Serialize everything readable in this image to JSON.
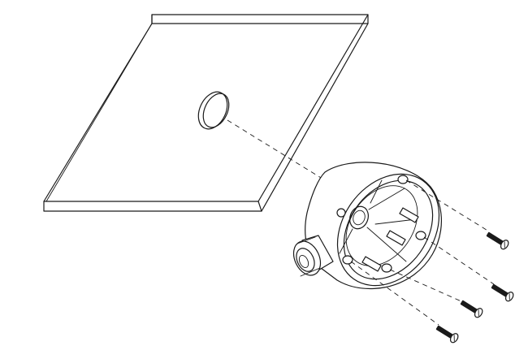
{
  "diagram": {
    "colors": {
      "stroke": "#1a1a1a",
      "background": "#ffffff"
    },
    "components": [
      {
        "id": "mounting-surface",
        "icon": "ceiling-panel"
      },
      {
        "id": "drill-hole",
        "icon": "cable-hole"
      },
      {
        "id": "junction-box",
        "icon": "round-junction-box"
      },
      {
        "id": "cable-gland",
        "icon": "waterproof-gland"
      },
      {
        "id": "screws",
        "icon": "wood-screw",
        "count": 4
      }
    ]
  }
}
